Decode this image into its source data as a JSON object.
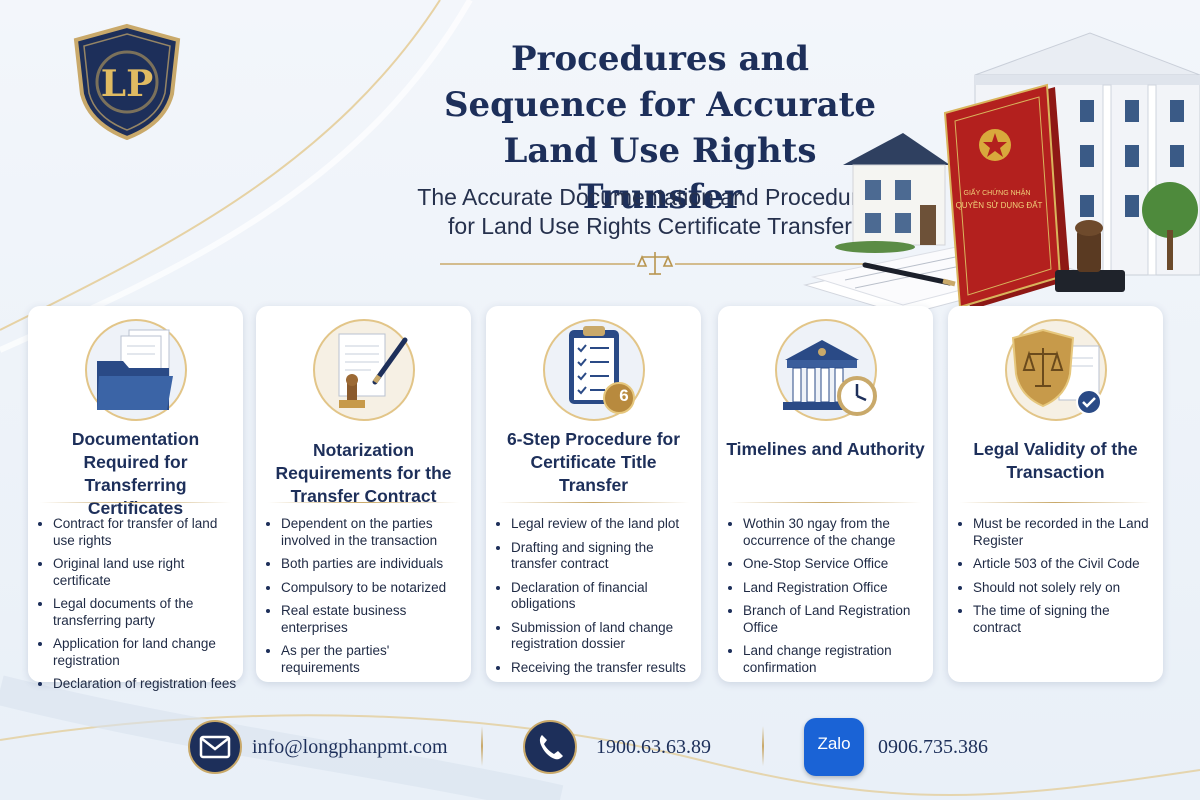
{
  "logo": {
    "monogram": "LP"
  },
  "title": "Procedures and Sequence for Accurate Land Use Rights Trunsfer",
  "subtitle": "The Accurate Documentation and Procedures for Land Use Rights Certificate Transfer",
  "hero": {
    "book_line1": "GIẤY CHỨNG NHẬN",
    "book_line2": "QUYỀN SỬ DỤNG ĐẤT"
  },
  "cards": [
    {
      "title": "Documentation Required for Transferring Certificates",
      "icon": "folder-documents-icon",
      "items": [
        "Contract for transfer of land use rights",
        "Original land use right certificate",
        "Legal documents of the transferring party",
        "Application for land change registration",
        "Declaration of registration fees"
      ]
    },
    {
      "title": "Notarization Requirements for the Transfer Contract",
      "icon": "document-pen-stamp-icon",
      "items": [
        "Dependent on the parties involved in the transaction",
        "Both parties are individuals",
        "Compulsory to be notarized",
        "Real estate business enterprises",
        "As per the parties' requirements"
      ]
    },
    {
      "title": "6-Step Procedure for Certificate Title Transfer",
      "icon": "checklist-clipboard-icon",
      "badge": "6",
      "items": [
        "Legal review of the land plot",
        "Drafting and signing the transfer contract",
        "Declaration of financial obligations",
        "Submission of land change registration dossier",
        "Receiving the transfer results"
      ]
    },
    {
      "title": "Timelines and Authority",
      "icon": "government-building-clock-icon",
      "items": [
        "Wothin 30 ngay from the occurrence of the change",
        "One-Stop Service Office",
        "Land Registration Office",
        "Branch of Land Registration Office",
        "Land change registration confirmation"
      ]
    },
    {
      "title": "Legal Validity of the Transaction",
      "icon": "shield-scales-icon",
      "items": [
        "Must be recorded in the Land Register",
        "Article 503 of the Civil Code",
        "Should not solely rely on",
        "The time of signing the contract"
      ]
    }
  ],
  "contact": {
    "email": "info@longphanpmt.com",
    "phone": "1900.63.63.89",
    "zalo_label": "Zalo",
    "zalo_phone": "0906.735.386"
  },
  "colors": {
    "navy": "#1d2f5a",
    "gold": "#c9a96a",
    "zalo_blue": "#1a63d6",
    "certificate_red": "#b3201e"
  }
}
